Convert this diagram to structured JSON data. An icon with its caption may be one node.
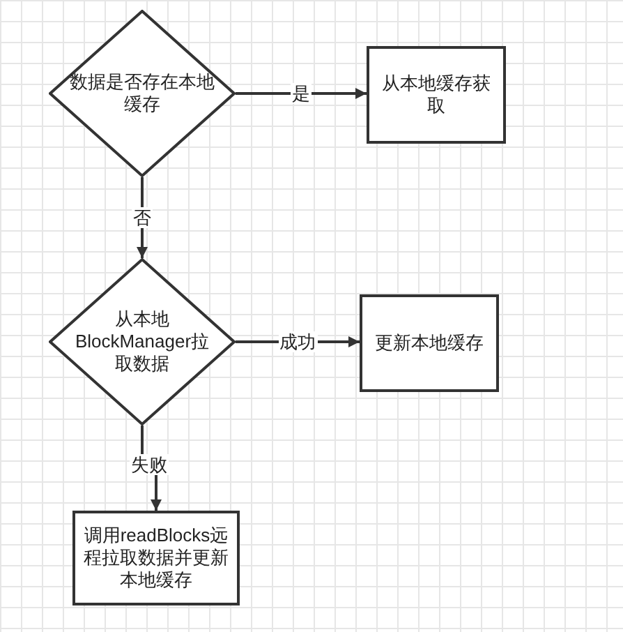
{
  "diagram": {
    "nodes": [
      {
        "text": [
          "数据是否存在本地缓存"
        ]
      },
      {
        "text": [
          "从本地缓存获取"
        ]
      },
      {
        "text": [
          "从本地BlockManager拉取数据"
        ]
      },
      {
        "text": [
          "更新本地缓存"
        ]
      },
      {
        "text": [
          "调用readBlocks远程拉取数据并更新本地缓存"
        ]
      }
    ],
    "edges": [
      {
        "from": 0,
        "to": 1,
        "arrow": "to",
        "label": "是"
      },
      {
        "from": 0,
        "to": 2,
        "arrow": "to",
        "label": "否"
      },
      {
        "from": 2,
        "to": 3,
        "arrow": "to",
        "label": "成功"
      },
      {
        "from": 2,
        "to": 4,
        "arrow": "to",
        "label": "失败"
      }
    ]
  }
}
